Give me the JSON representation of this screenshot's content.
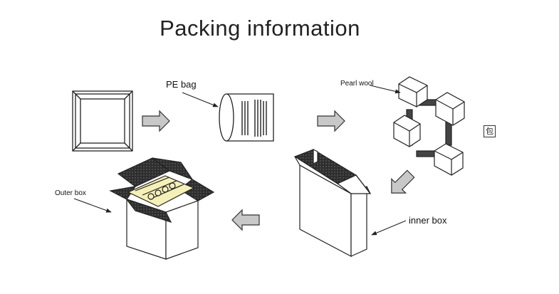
{
  "title": "Packing information",
  "labels": {
    "pe_bag": "PE bag",
    "pearl_wool": "Pearl wool",
    "inner_box": "inner box",
    "outer_box": "Outer box"
  },
  "stamp_char": "包",
  "colors": {
    "line": "#222222",
    "arrow_fill": "#c8c8c8",
    "panel_yellow": "#f5f0b8",
    "dark_flap": "#2e2e2e"
  }
}
